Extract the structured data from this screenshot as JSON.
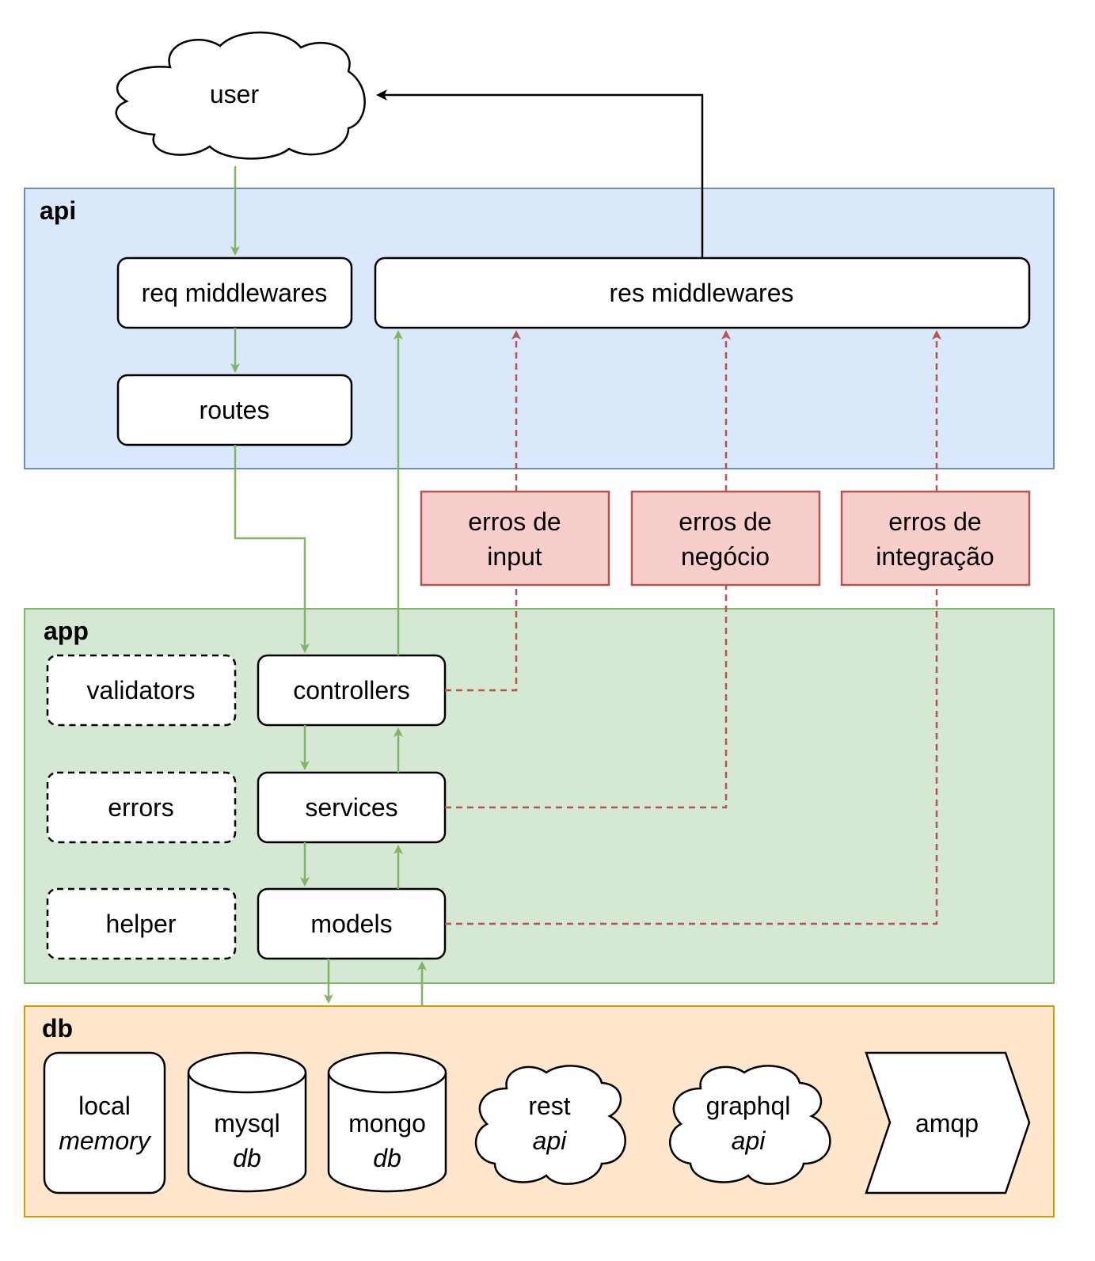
{
  "groups": {
    "api": {
      "title": "api"
    },
    "app": {
      "title": "app"
    },
    "db": {
      "title": "db"
    }
  },
  "nodes": {
    "user": "user",
    "req_middlewares": "req middlewares",
    "res_middlewares": "res middlewares",
    "routes": "routes",
    "validators": "validators",
    "controllers": "controllers",
    "errors": "errors",
    "services": "services",
    "helper": "helper",
    "models": "models"
  },
  "error_boxes": {
    "input": [
      "erros de",
      "input"
    ],
    "negocio": [
      "erros de",
      "negócio"
    ],
    "integracao": [
      "erros de",
      "integração"
    ]
  },
  "db_items": {
    "local": [
      "local",
      "memory"
    ],
    "mysql": [
      "mysql",
      "db"
    ],
    "mongo": [
      "mongo",
      "db"
    ],
    "rest": [
      "rest",
      "api"
    ],
    "graphql": [
      "graphql",
      "api"
    ],
    "amqp": "amqp"
  },
  "colors": {
    "api_fill": "#dae8fc",
    "api_stroke": "#6c8ebf",
    "app_fill": "#d5e8d4",
    "app_stroke": "#82b366",
    "db_fill": "#ffe6cc",
    "db_stroke": "#d79b00",
    "error_fill": "#f8cecc",
    "error_stroke": "#b85450",
    "flow_green": "#82b366",
    "flow_red": "#b85450"
  }
}
